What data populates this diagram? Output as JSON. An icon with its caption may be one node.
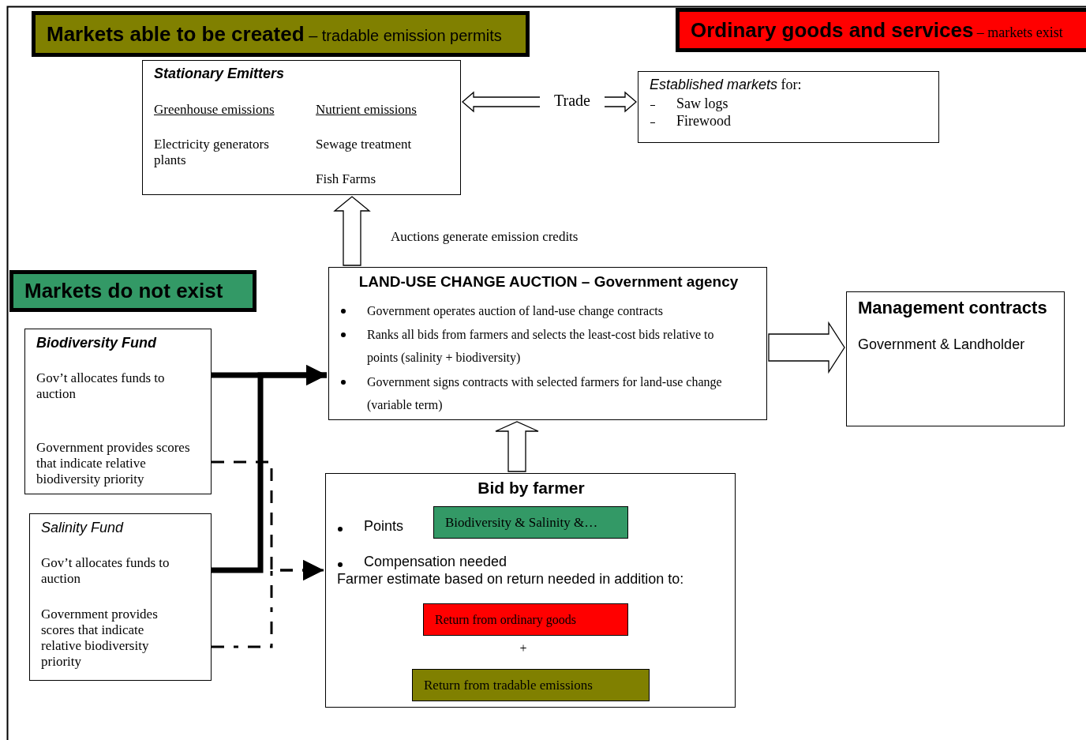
{
  "diagram": {
    "nodes": [
      {
        "text": [
          "**Markets able to be created** – tradable emission permits"
        ]
      },
      {
        "text": [
          "**Ordinary goods and services** – markets exist"
        ]
      },
      {
        "text": [
          "Stationary Emitters",
          "Greenhouse emissions",
          "Nutrient emissions",
          "Electricity generators plants",
          "Sewage treatment",
          "Fish Farms"
        ]
      },
      {
        "text": [
          "*Established markets* for:",
          "Saw logs",
          "Firewood"
        ]
      },
      {
        "text": [
          "Markets do not exist"
        ]
      },
      {
        "text": [
          "Biodiversity Fund",
          "Gov’t allocates funds to auction",
          "Government provides scores that indicate relative biodiversity priority"
        ]
      },
      {
        "text": [
          "Salinity Fund",
          "Gov’t allocates funds to auction",
          "Government provides scores that indicate relative biodiversity priority"
        ]
      },
      {
        "text": [
          "LAND-USE CHANGE AUCTION – Government agency",
          "Government operates auction of land-use change contracts",
          "Ranks all bids from farmers and selects the least-cost bids relative to points (salinity + biodiversity)",
          "Government signs contracts with selected farmers for land-use change (variable term)"
        ]
      },
      {
        "text": [
          "Management contracts",
          "Government & Landholder"
        ]
      },
      {
        "text": [
          "Bid by farmer",
          "Points",
          "Compensation needed",
          "Farmer estimate based on return needed in addition to:",
          "+"
        ]
      },
      {
        "text": [
          "Biodiversity & Salinity &…"
        ],
        "in": 9
      },
      {
        "text": [
          "Return from ordinary goods"
        ],
        "in": 9
      },
      {
        "text": [
          "Return from tradable emissions"
        ],
        "in": 9
      }
    ],
    "edges": [
      {
        "from": 2,
        "to": 3,
        "arrow": "both",
        "label": "Trade"
      },
      {
        "from": 7,
        "to": 2,
        "arrow": "to",
        "label": "Auctions generate emission credits"
      },
      {
        "from": 7,
        "to": 8,
        "arrow": "to"
      },
      {
        "from": 9,
        "to": 7,
        "arrow": "to"
      },
      {
        "from": 5,
        "to": 7,
        "arrow": "to",
        "style": "thick"
      },
      {
        "from": 6,
        "to": 7,
        "arrow": "to",
        "style": "thick"
      },
      {
        "from": 5,
        "to": 9,
        "arrow": "to",
        "style": "dashed"
      },
      {
        "from": 6,
        "to": 9,
        "arrow": "to",
        "style": "dashed"
      }
    ]
  }
}
